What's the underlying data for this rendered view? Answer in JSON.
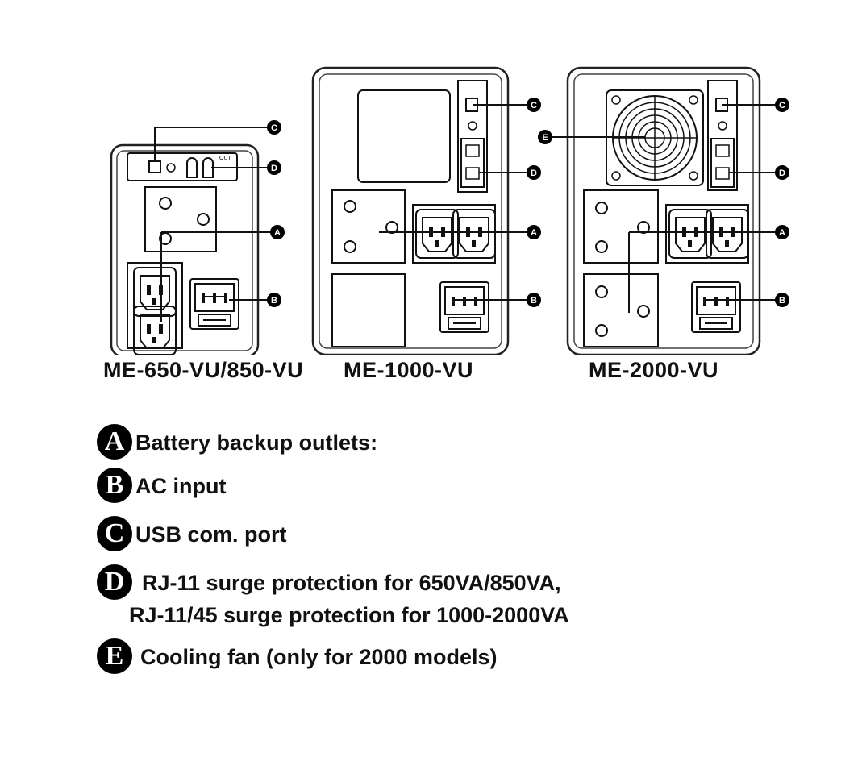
{
  "models": [
    {
      "name": "ME-650-VU/850-VU"
    },
    {
      "name": "ME-1000-VU"
    },
    {
      "name": "ME-2000-VU"
    }
  ],
  "callouts": {
    "A": "A",
    "B": "B",
    "C": "C",
    "D": "D",
    "E": "E"
  },
  "small_panel_label": "OUT",
  "legend": [
    {
      "letter": "A",
      "text": "Battery backup outlets:"
    },
    {
      "letter": "B",
      "text": "AC input"
    },
    {
      "letter": "C",
      "text": "USB com. port"
    },
    {
      "letter": "D",
      "text": "RJ-11 surge protection for 650VA/850VA,",
      "text2": "RJ-11/45 surge protection for 1000-2000VA"
    },
    {
      "letter": "E",
      "text": "Cooling fan (only for 2000 models)"
    }
  ]
}
